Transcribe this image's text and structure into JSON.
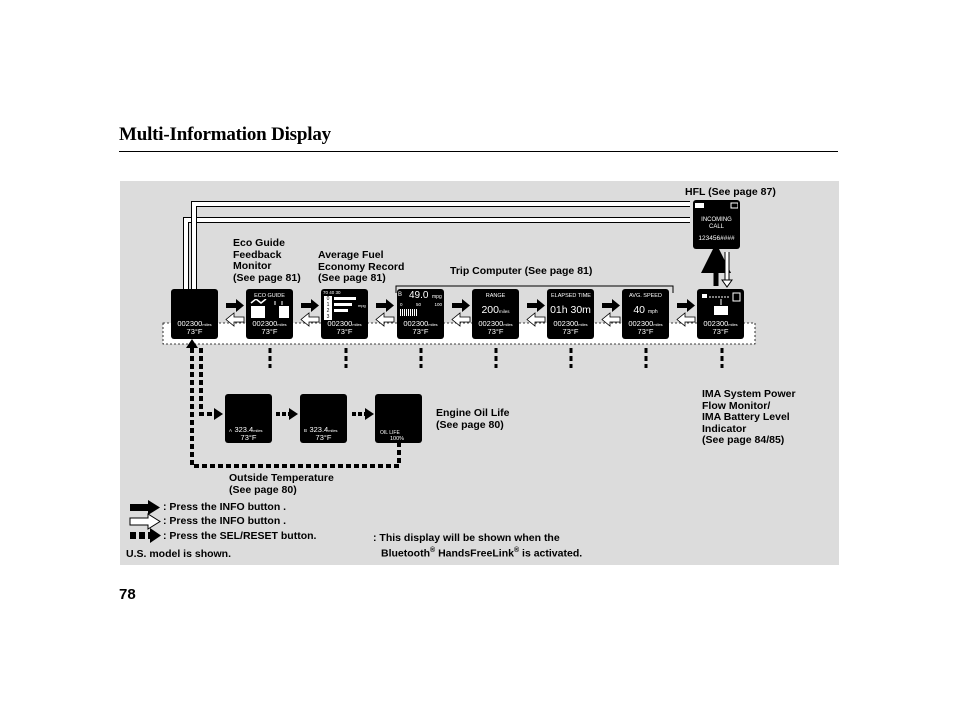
{
  "page": {
    "title": "Multi-Information Display",
    "page_number": "78",
    "model_note": "U.S. model is shown."
  },
  "labels": {
    "hfl": "HFL   (See page 87)",
    "eco": [
      "Eco Guide",
      "Feedback",
      "Monitor",
      "(See page 81)"
    ],
    "avg": [
      "Average Fuel",
      "Economy Record",
      "(See page 81)"
    ],
    "trip": "Trip Computer (See page 81)",
    "ima": [
      "IMA System Power",
      "Flow Monitor/",
      "IMA Battery Level",
      "Indicator",
      "(See page 84/85)"
    ],
    "oil": [
      "Engine Oil Life",
      "(See page 80)"
    ],
    "outside": [
      "Outside Temperature",
      "(See page 80)"
    ]
  },
  "legend": {
    "info_black": ": Press the INFO button     .",
    "info_white": ": Press the INFO button     .",
    "sel_reset": ": Press the SEL/RESET button.",
    "note_line1": ": This display will be shown when the",
    "note_line2_a": "Bluetooth",
    "note_line2_reg": "®",
    "note_line2_b": " HandsFreeLink",
    "note_line2_reg2": "®",
    "note_line2_c": " is activated."
  },
  "screens": {
    "odo": "002300",
    "odo_unit": "miles",
    "temp": "73°F",
    "eco_top": "ECO GUIDE",
    "avg_top": "70  40  30",
    "avg_rows": [
      "0",
      "1",
      "2",
      "3"
    ],
    "avg_side": "mpg",
    "fuel_big": "49.0",
    "fuel_unit": "mpg",
    "fuel_scale": [
      "0",
      "50",
      "100"
    ],
    "fuel_letter": "B",
    "range_top": "RANGE",
    "range_big": "200",
    "range_unit": "miles",
    "elapsed_top": "ELAPSED TIME",
    "elapsed_big": "01h 30m",
    "speed_top": "AVG. SPEED",
    "speed_big": "40",
    "speed_unit": "mph",
    "trip_a": "A",
    "trip_b": "B",
    "trip_val": "323.4",
    "oil_label": "OIL LIFE",
    "oil_val": "100%",
    "hfl_line1": "INCOMING",
    "hfl_line2": "CALL",
    "hfl_number": "123456####"
  }
}
